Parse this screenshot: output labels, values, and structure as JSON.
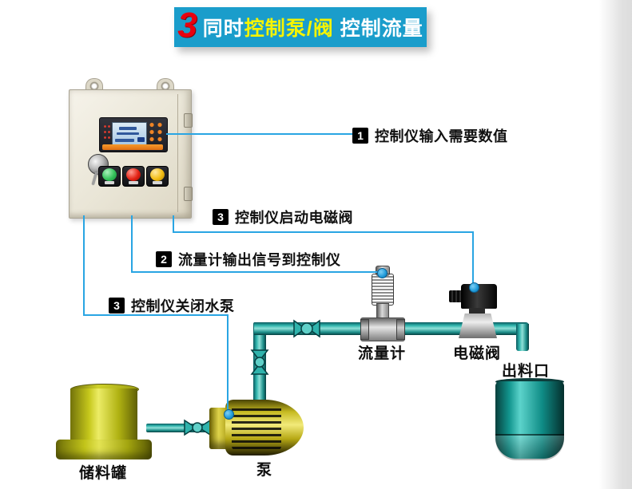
{
  "banner": {
    "number": "3",
    "part1": "同时",
    "highlight": "控制泵/阀",
    "part2": "控制流量"
  },
  "callouts": {
    "input_value": {
      "num": "1",
      "text": "控制仪输入需要数值"
    },
    "start_valve": {
      "num": "3",
      "text": "控制仪启动电磁阀"
    },
    "flow_signal": {
      "num": "2",
      "text": "流量计输出信号到控制仪"
    },
    "close_pump": {
      "num": "3",
      "text": "控制仪关闭水泵"
    }
  },
  "equipment_labels": {
    "flow_meter": "流量计",
    "solenoid_valve": "电磁阀",
    "outlet": "出料口",
    "storage_tank": "储料罐",
    "pump": "泵"
  },
  "colors": {
    "banner_bg": "#1a9dcb",
    "banner_number": "#e8000f",
    "banner_highlight": "#f6f400",
    "wire_blue": "#29a5e3",
    "pipe_teal": "#2fb3ac",
    "tank_yellow": "#c9cb1e",
    "pump_yellow": "#d8cc30",
    "outlet_teal": "#17a8a0",
    "box_beige": "#e9e5d6"
  }
}
